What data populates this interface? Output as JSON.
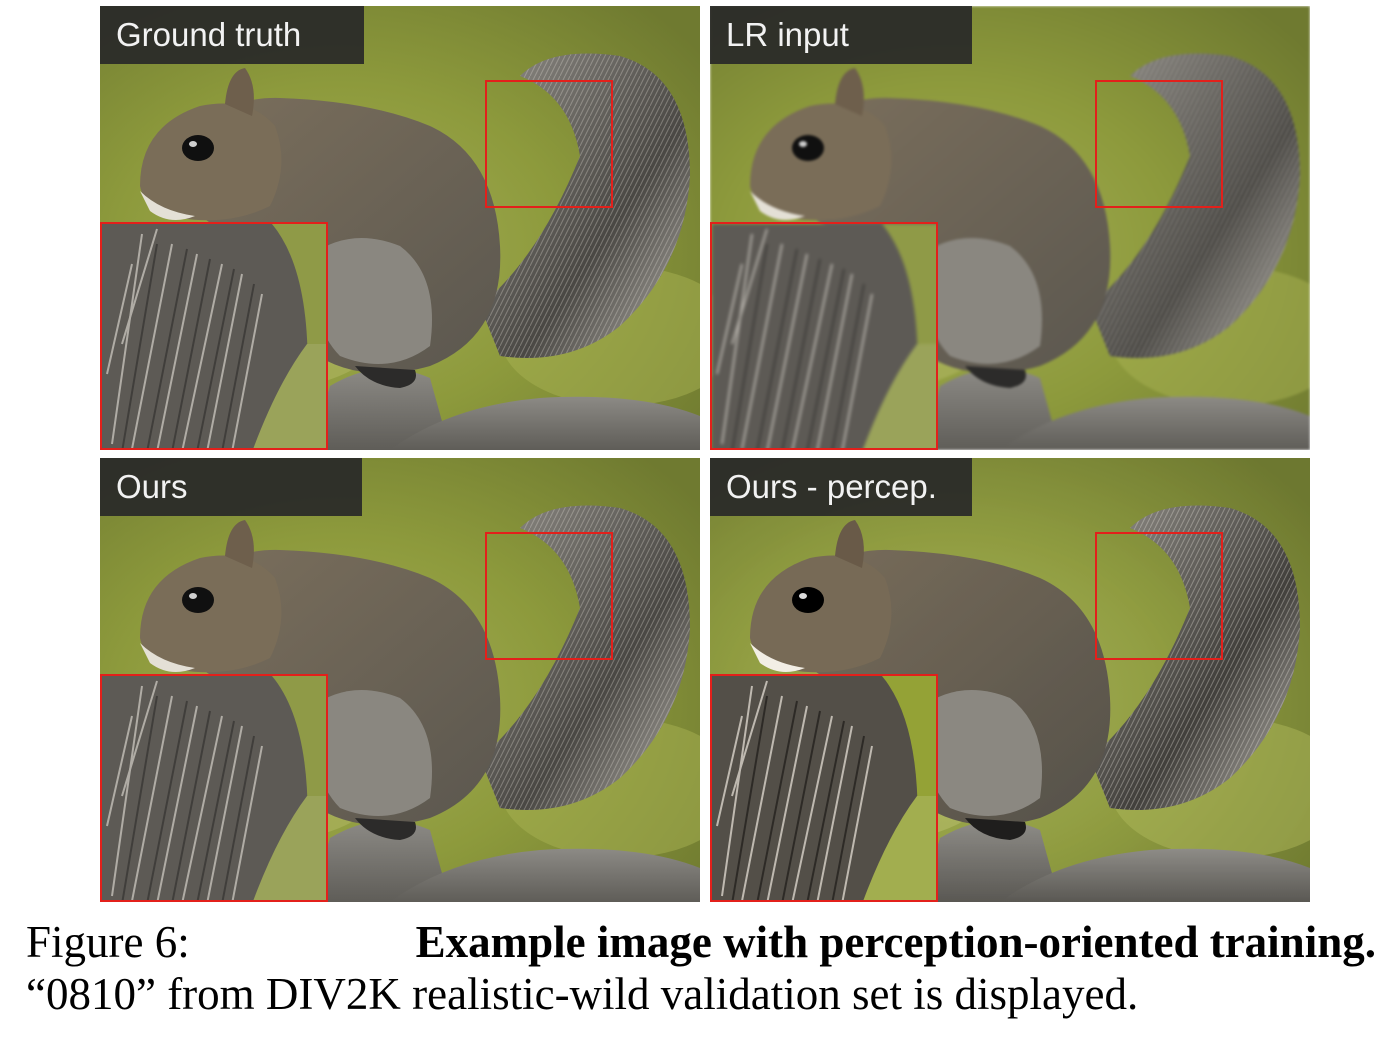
{
  "panels": {
    "top_left": {
      "label": "Ground truth"
    },
    "top_right": {
      "label": "LR input"
    },
    "bottom_left": {
      "label": "Ours"
    },
    "bottom_right": {
      "label": "Ours - percep."
    }
  },
  "caption": {
    "figure_number": "Figure 6:",
    "bold_title": "Example image with perception-oriented training.",
    "body": "“0810” from DIV2K realistic-wild validation set is displayed."
  },
  "colors": {
    "zoom_box": "#e3201b",
    "label_background": "#282828",
    "label_text": "#f2f2f2"
  }
}
